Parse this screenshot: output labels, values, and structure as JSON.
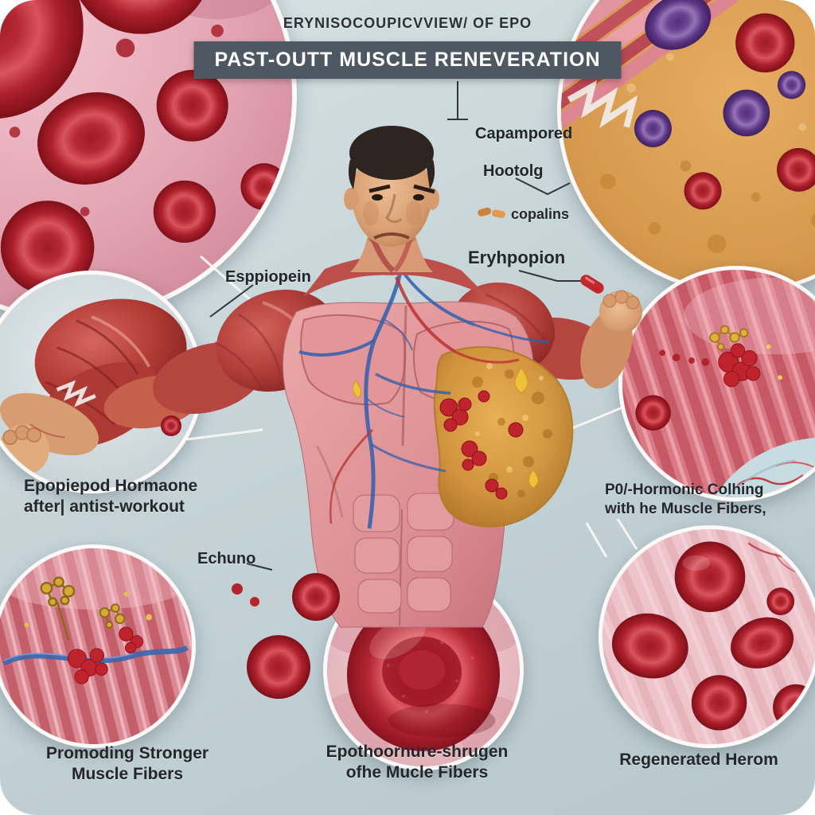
{
  "header": {
    "eyebrow": "Erynisocoupicvview/ of EPO",
    "banner": "Past-Outt Muscle Reneveration"
  },
  "callouts": {
    "capampored": "Capampored",
    "hootolg": "Hootolg",
    "copalins": "copalins",
    "eryhpopion": "Eryhpopion",
    "esppiopein": "Esppiopein",
    "epopiepod_line1": "Epopiepod Hormaone",
    "epopiepod_line2": "after| antist-workout",
    "echuno": "Echuno",
    "po_line1": "P0/-Hormonic Colhing",
    "po_line2": "with he Muscle Fibers,",
    "promoding_line1": "Promoding Stronger",
    "promoding_line2": "Muscle Fibers",
    "epoth_line1": "Epothoornure-shrugen",
    "epoth_line2": "ofhe Mucle Fibers",
    "regenerated": "Regenerated Herom"
  },
  "insets": {
    "top_left": "red-blood-cells-microscopic",
    "top_right": "muscle-tissue-with-red-and-purple-blood-cells",
    "mid_left": "flexed-arm-muscle-closeup",
    "mid_right": "epo-binding-on-muscle-fiber",
    "bottom_left": "epo-molecules-and-vessel-on-muscle-fiber",
    "bottom_center": "single-red-blood-cell-closeup",
    "bottom_right": "regenerated-red-blood-cells-on-muscle"
  },
  "colors": {
    "background": "#c6d4d8",
    "banner_bg": "#4d5863",
    "banner_text": "#ffffff",
    "label_text": "#23262b",
    "red_cell": "#b5232c",
    "purple_cell": "#5d3480",
    "muscle_pink": "#dd8f93",
    "organ_gold": "#d2933b",
    "vein_blue": "#2f5fae"
  }
}
